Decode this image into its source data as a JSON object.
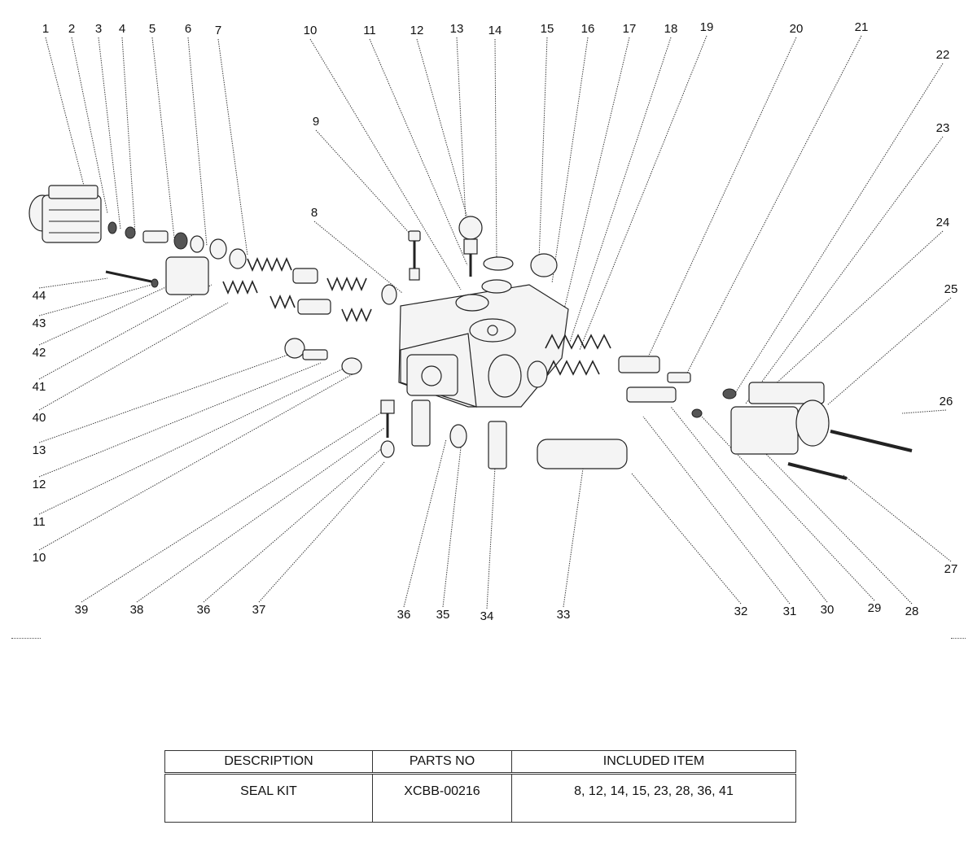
{
  "diagram": {
    "labels": [
      "1",
      "2",
      "3",
      "4",
      "5",
      "6",
      "7",
      "10",
      "11",
      "12",
      "13",
      "14",
      "15",
      "16",
      "17",
      "18",
      "19",
      "20",
      "21",
      "22",
      "9",
      "23",
      "8",
      "24",
      "44",
      "25",
      "43",
      "42",
      "26",
      "41",
      "40",
      "13",
      "12",
      "11",
      "10",
      "27",
      "39",
      "38",
      "36",
      "37",
      "36",
      "35",
      "34",
      "33",
      "32",
      "31",
      "30",
      "29",
      "28"
    ]
  },
  "table": {
    "headers": [
      "DESCRIPTION",
      "PARTS NO",
      "INCLUDED ITEM"
    ],
    "rows": [
      {
        "description": "SEAL KIT",
        "parts_no": "XCBB-00216",
        "included_item": "8, 12, 14, 15, 23, 28, 36, 41"
      }
    ]
  }
}
